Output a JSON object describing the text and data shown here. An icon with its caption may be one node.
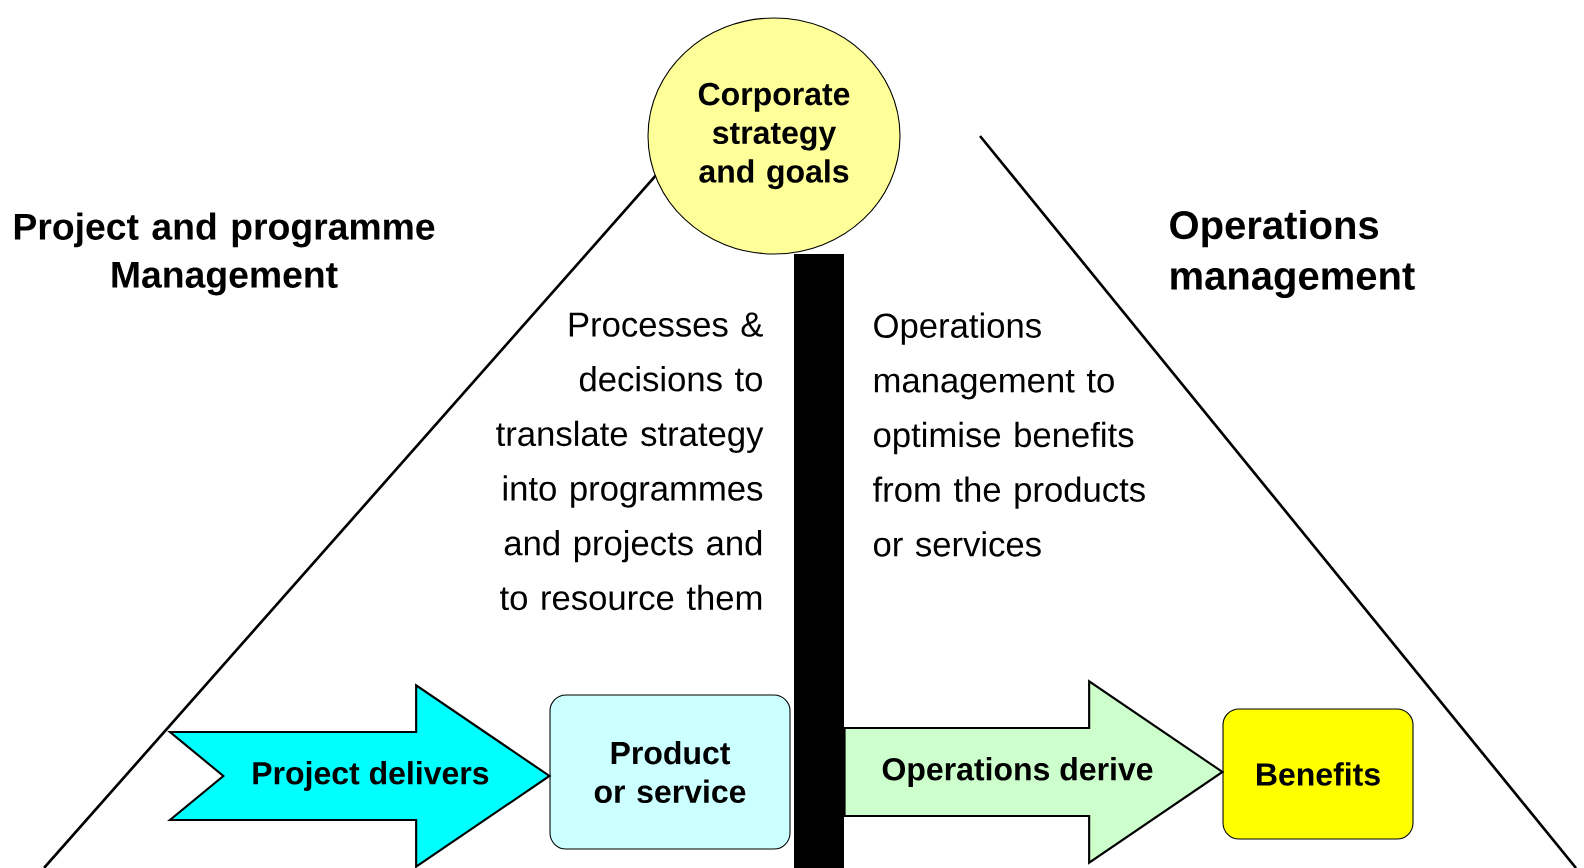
{
  "diagram": {
    "nodes": [
      {
        "text": [
          "Corporate strategy and goals"
        ]
      },
      {
        "text": [
          "Product or service"
        ]
      },
      {
        "text": [
          "Benefits"
        ]
      },
      {
        "text": [],
        "shape": "bar"
      }
    ],
    "edges": [
      {
        "from": null,
        "to": 1,
        "arrow": "to",
        "label": "Project delivers",
        "color": "#00ffff"
      },
      {
        "from": 1,
        "to": 2,
        "arrow": "to",
        "label": "Operations derive",
        "color": "#ccffcc"
      }
    ],
    "labels": [
      "Project and programme Management",
      "Operations management",
      "Processes & decisions to translate strategy into programmes and projects and to resource them",
      "Operations management to optimise benefits from the products or services"
    ]
  }
}
